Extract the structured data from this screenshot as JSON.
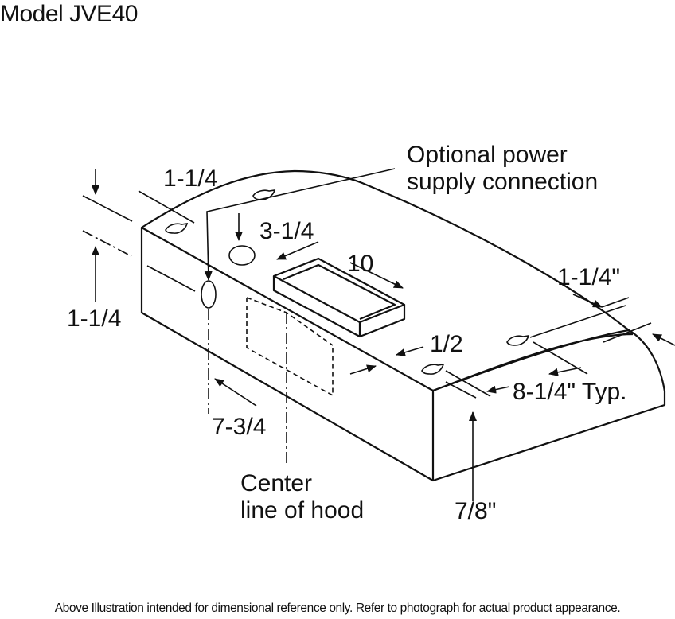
{
  "title": "Model JVE40",
  "labels": {
    "optional_power_line1": "Optional power",
    "optional_power_line2": "supply connection",
    "dim_top_left": "1-1/4",
    "dim_left_side": "1-1/4",
    "dim_knockout_offset": "3-1/4",
    "dim_duct_width": "10",
    "dim_right_top": "1-1/4\"",
    "dim_half": "1/2",
    "dim_keyhole_spacing": "8-1/4\" Typ.",
    "dim_center_offset": "7-3/4",
    "dim_bottom_right": "7/8\"",
    "center_line_1": "Center",
    "center_line_2": "line of hood"
  },
  "footer": "Above Illustration intended for dimensional reference only. Refer to photograph for actual product appearance."
}
